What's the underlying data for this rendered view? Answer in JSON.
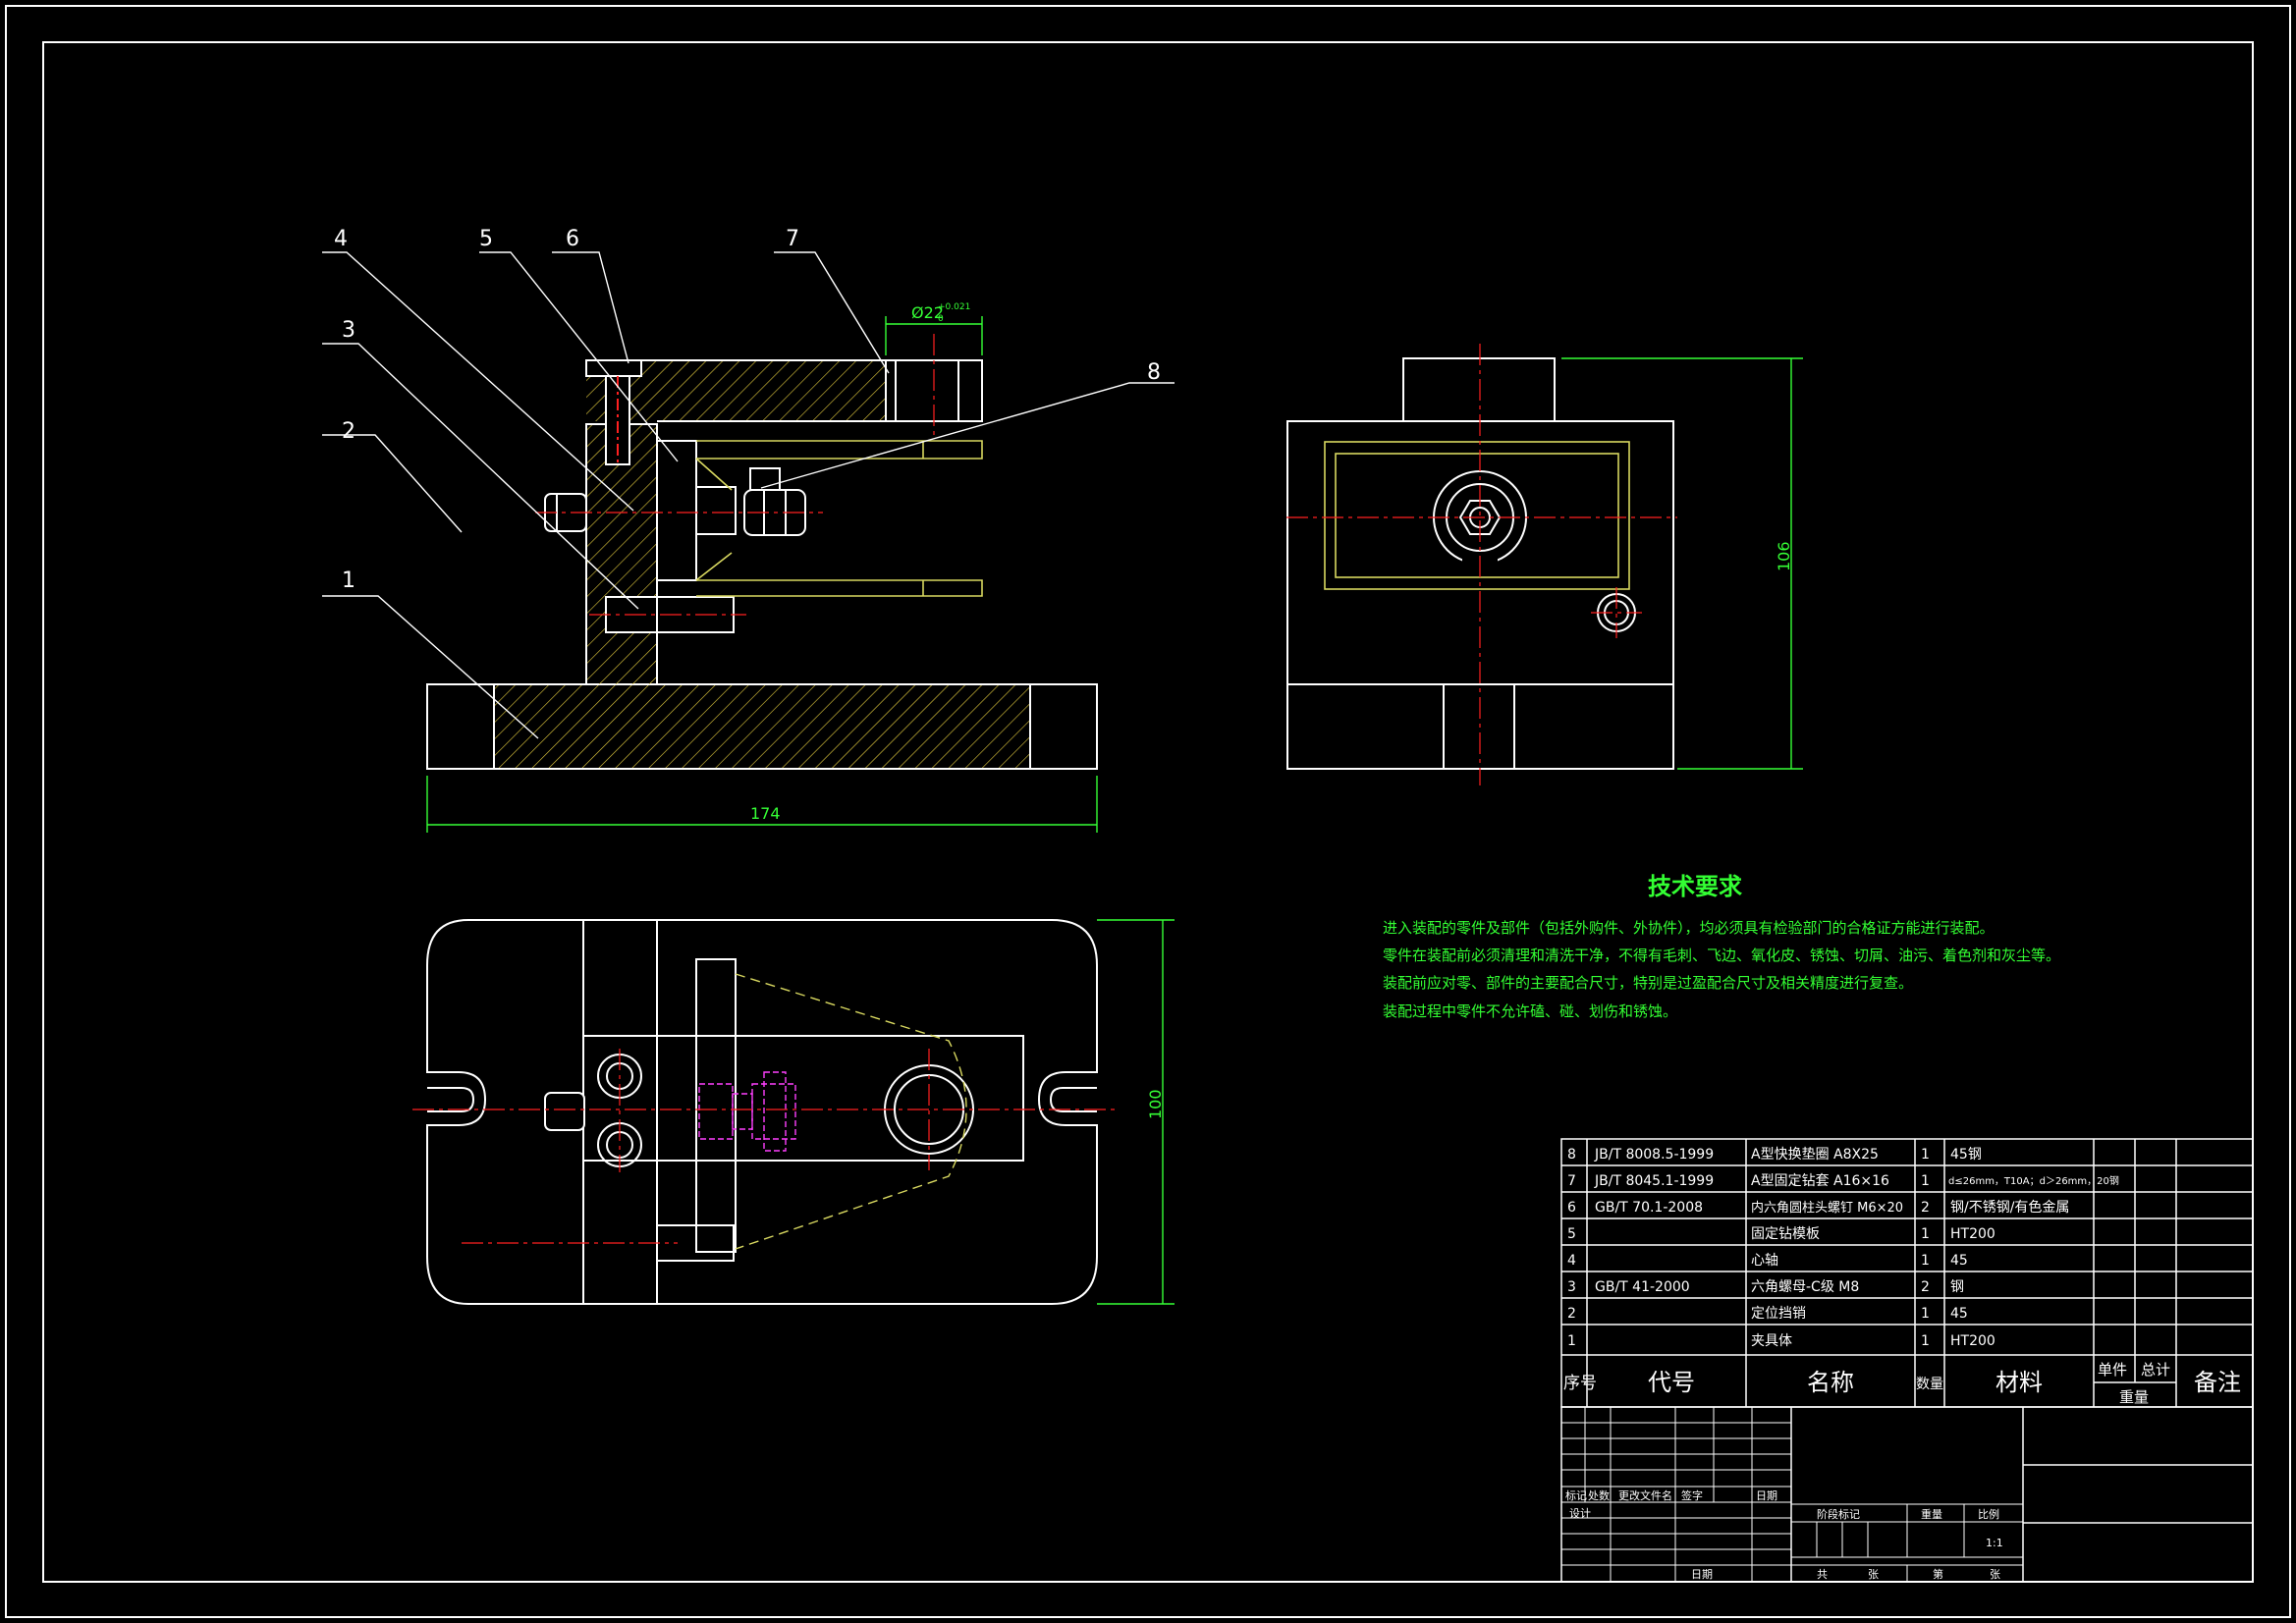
{
  "colors": {
    "background": "#000000",
    "line": "#ffffff",
    "center": "#ff2020",
    "hidden": "#d8d860",
    "dimension": "#35ff35",
    "hatch": "#ffe033",
    "magenta": "#ff40ff",
    "text": "#ffffff",
    "tech_text": "#33ff33"
  },
  "balloons": [
    "1",
    "2",
    "3",
    "4",
    "5",
    "6",
    "7",
    "8"
  ],
  "dimensions": {
    "width_front": "174",
    "height_side": "106",
    "height_top": "100",
    "bore": "Ø22",
    "bore_tol_upper": "+0.021",
    "bore_tol_lower": "0"
  },
  "tech_requirements": {
    "title": "技术要求",
    "lines": [
      "进入装配的零件及部件（包括外购件、外协件），均必须具有检验部门的合格证方能进行装配。",
      "零件在装配前必须清理和清洗干净，不得有毛刺、飞边、氧化皮、锈蚀、切屑、油污、着色剂和灰尘等。",
      "装配前应对零、部件的主要配合尺寸，特别是过盈配合尺寸及相关精度进行复查。",
      "装配过程中零件不允许磕、碰、划伤和锈蚀。"
    ]
  },
  "bom": {
    "rows": [
      {
        "no": "8",
        "code": "JB/T 8008.5-1999",
        "name": "A型快换垫圈 A8X25",
        "qty": "1",
        "material": "45钢"
      },
      {
        "no": "7",
        "code": "JB/T 8045.1-1999",
        "name": "A型固定钻套 A16×16",
        "qty": "1",
        "material": "d≤26mm，T10A；d＞26mm，20钢"
      },
      {
        "no": "6",
        "code": "GB/T 70.1-2008",
        "name": "内六角圆柱头螺钉 M6×20",
        "qty": "2",
        "material": "钢/不锈钢/有色金属"
      },
      {
        "no": "5",
        "code": "",
        "name": "固定钻模板",
        "qty": "1",
        "material": "HT200"
      },
      {
        "no": "4",
        "code": "",
        "name": "心轴",
        "qty": "1",
        "material": "45"
      },
      {
        "no": "3",
        "code": "GB/T 41-2000",
        "name": "六角螺母-C级 M8",
        "qty": "2",
        "material": "钢"
      },
      {
        "no": "2",
        "code": "",
        "name": "定位挡销",
        "qty": "1",
        "material": "45"
      },
      {
        "no": "1",
        "code": "",
        "name": "夹具体",
        "qty": "1",
        "material": "HT200"
      }
    ],
    "headers": {
      "no": "序号",
      "code": "代号",
      "name": "名称",
      "qty": "数量",
      "material": "材料",
      "unit": "单件",
      "total": "总计",
      "weight": "重量",
      "remark": "备注"
    }
  },
  "title_block": {
    "rev_labels": [
      "标记",
      "处数",
      "更改文件名",
      "签字",
      "日期"
    ],
    "design_label": "设计",
    "date_label": "日期",
    "stage_label": "阶段标记",
    "weight_label": "重量",
    "scale_label": "比例",
    "scale_value": "1:1",
    "total_sheets_label": "共",
    "sheet_label": "张",
    "no_label": "第",
    "sheet_label2": "张"
  }
}
